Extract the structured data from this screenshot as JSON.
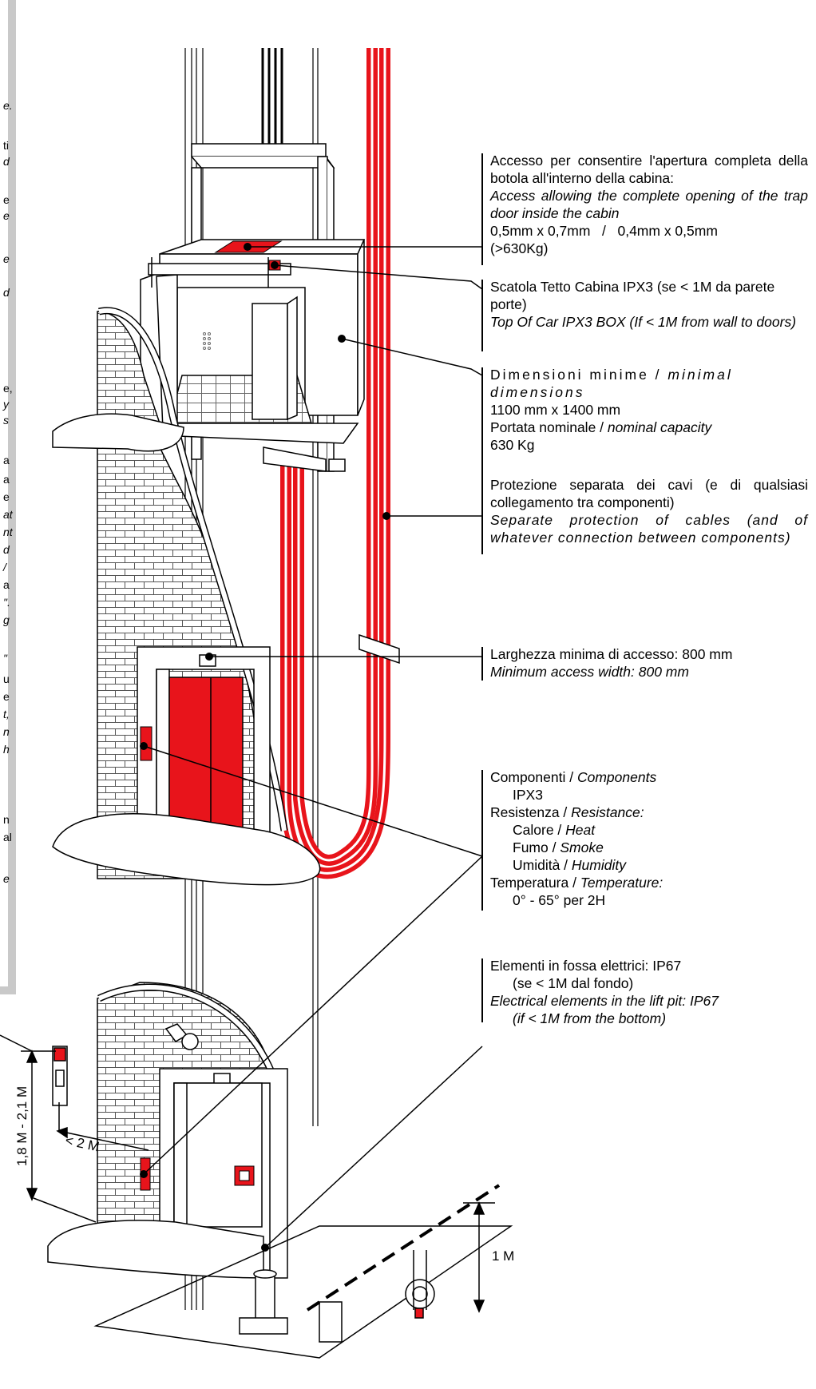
{
  "side_panel": {
    "fragments": [
      "e.",
      "ti",
      "d",
      "e",
      "e",
      "e",
      "d",
      "e,",
      "y",
      "s",
      "a",
      "a",
      "e",
      "at",
      "nt",
      "d",
      "/",
      "a",
      "\".",
      "g",
      "\"",
      "u",
      "e",
      "t,",
      "n",
      "h",
      "n",
      "al",
      "e"
    ]
  },
  "callouts": {
    "trapdoor": {
      "it_text": "Accesso per consentire l'apertura completa della botola all'interno della cabina:",
      "en_text": "Access allowing the complete opening of the trap door inside the cabin",
      "dims": "0,5mm x 0,7mm   /   0,4mm x 0,5mm",
      "capacity": "(>630Kg)"
    },
    "roof_box": {
      "it_text": "Scatola Tetto Cabina IPX3 (se < 1M da parete porte)",
      "en_text": "Top Of Car IPX3 BOX (If < 1M from wall to doors)"
    },
    "dimensions": {
      "title_it": "Dimensioni minime /",
      "title_en": "minimal dimensions",
      "size": "1100 mm x 1400 mm",
      "capacity_it": "Portata nominale /",
      "capacity_en": "nominal capacity",
      "capacity_value": "630 Kg"
    },
    "cables": {
      "it_text": "Protezione separata dei cavi (e di qualsiasi collegamento tra componenti)",
      "en_text": "Separate protection of cables (and of whatever connection between components)"
    },
    "access_width": {
      "it_text": "Larghezza minima di accesso: 800 mm",
      "en_text": "Minimum access width: 800 mm"
    },
    "components": {
      "label_it": "Componenti /",
      "label_en": "Components",
      "ipx": "IPX3",
      "resistance_it": "Resistenza /",
      "resistance_en": "Resistance:",
      "heat_it": "Calore /",
      "heat_en": "Heat",
      "smoke_it": "Fumo /",
      "smoke_en": "Smoke",
      "humidity_it": "Umidità /",
      "humidity_en": "Humidity",
      "temp_it": "Temperatura /",
      "temp_en": "Temperature:",
      "temp_value": "0° - 65° per 2H"
    },
    "pit": {
      "it_text": "Elementi in fossa elettrici: IP67",
      "it_sub": "(se < 1M dal fondo)",
      "en_text": "Electrical elements in the lift pit: IP67",
      "en_sub": "(if < 1M from the bottom)"
    }
  },
  "dimensions_labels": {
    "height_range": "1,8 M - 2,1 M",
    "distance": "< 2 M",
    "pit_height": "1 M"
  },
  "colors": {
    "accent_red": "#e8141b",
    "panel_grey": "#c9c9c9",
    "line": "#000000"
  }
}
